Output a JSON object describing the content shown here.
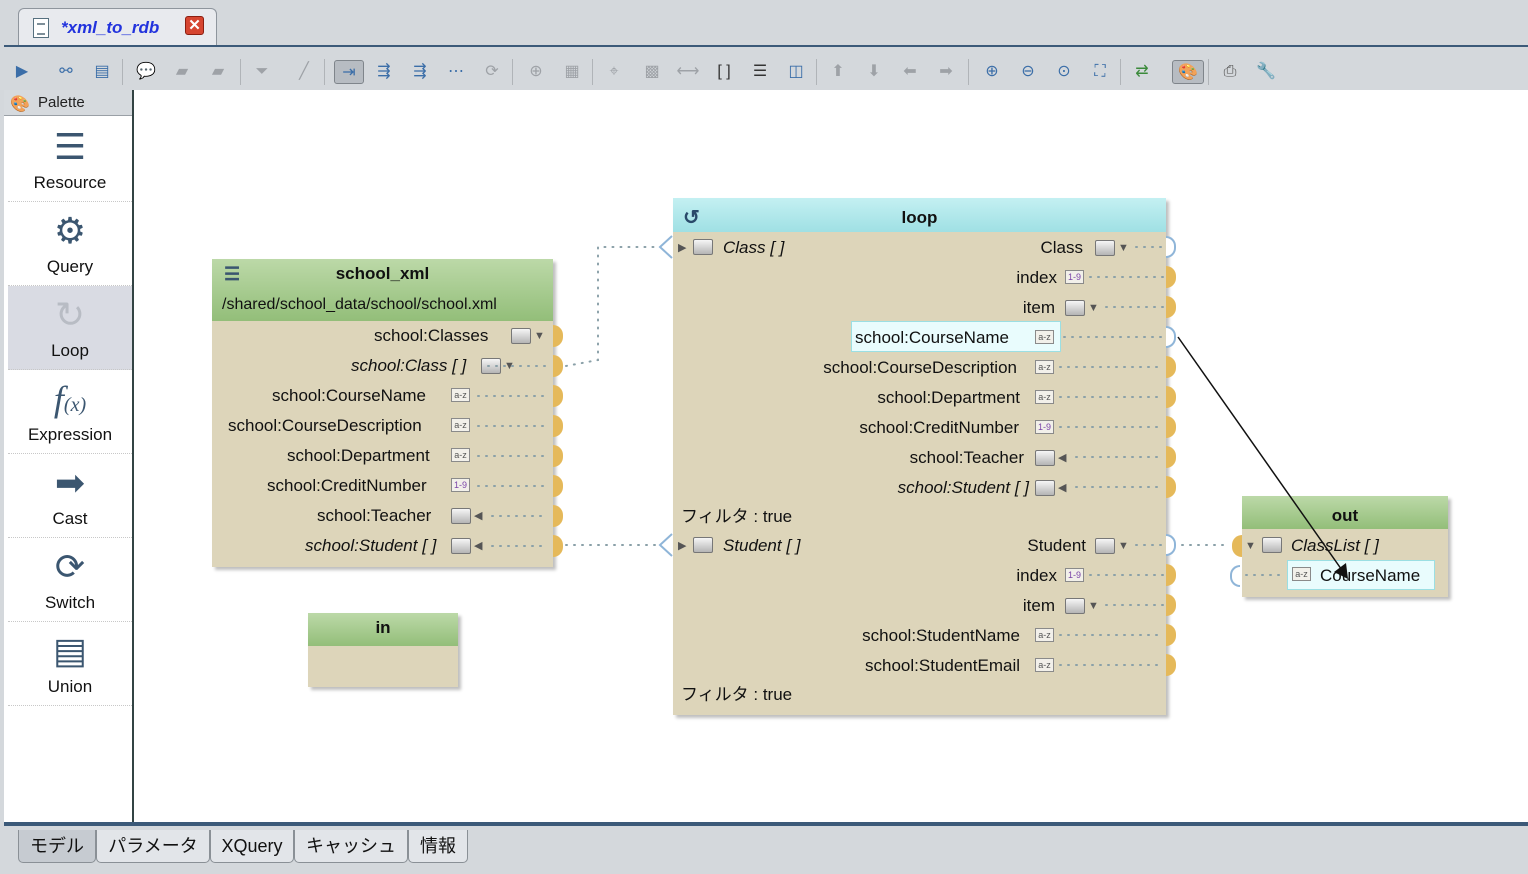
{
  "editor_tab": {
    "title": "*xml_to_rdb",
    "close": "✕"
  },
  "palette": {
    "title": "Palette",
    "items": [
      {
        "label": "Resource",
        "icon": "resource-icon"
      },
      {
        "label": "Query",
        "icon": "gear-icon"
      },
      {
        "label": "Loop",
        "icon": "loop-icon"
      },
      {
        "label": "Expression",
        "icon": "function-icon"
      },
      {
        "label": "Cast",
        "icon": "arrow-right-icon"
      },
      {
        "label": "Switch",
        "icon": "switch-icon"
      },
      {
        "label": "Union",
        "icon": "union-icon"
      }
    ]
  },
  "school_xml": {
    "title": "school_xml",
    "path": "/shared/school_data/school/school.xml",
    "rows": [
      "school:Classes",
      "school:Class [ ]",
      "school:CourseName",
      "school:CourseDescription",
      "school:Department",
      "school:CreditNumber",
      "school:Teacher",
      "school:Student [ ]"
    ]
  },
  "in_node": {
    "title": "in"
  },
  "loop_node": {
    "title": "loop",
    "left_inputs": [
      "Class [ ]",
      "Student [ ]"
    ],
    "filters": [
      "フィルタ : true",
      "フィルタ : true"
    ],
    "class_rows": [
      "Class",
      "index",
      "item",
      "school:CourseName",
      "school:CourseDescription",
      "school:Department",
      "school:CreditNumber",
      "school:Teacher",
      "school:Student [ ]"
    ],
    "student_rows": [
      "Student",
      "index",
      "item",
      "school:StudentName",
      "school:StudentEmail"
    ]
  },
  "out_node": {
    "title": "out",
    "rows": [
      "ClassList [ ]",
      "CourseName"
    ]
  },
  "bottom_tabs": [
    "モデル",
    "パラメータ",
    "XQuery",
    "キャッシュ",
    "情報"
  ],
  "colors": {
    "tab_title": "#2233dd",
    "node_body": "#ddd5ba",
    "resource_header": "#93be79",
    "loop_header": "#9fe0e4",
    "port": "#e5b95a"
  }
}
